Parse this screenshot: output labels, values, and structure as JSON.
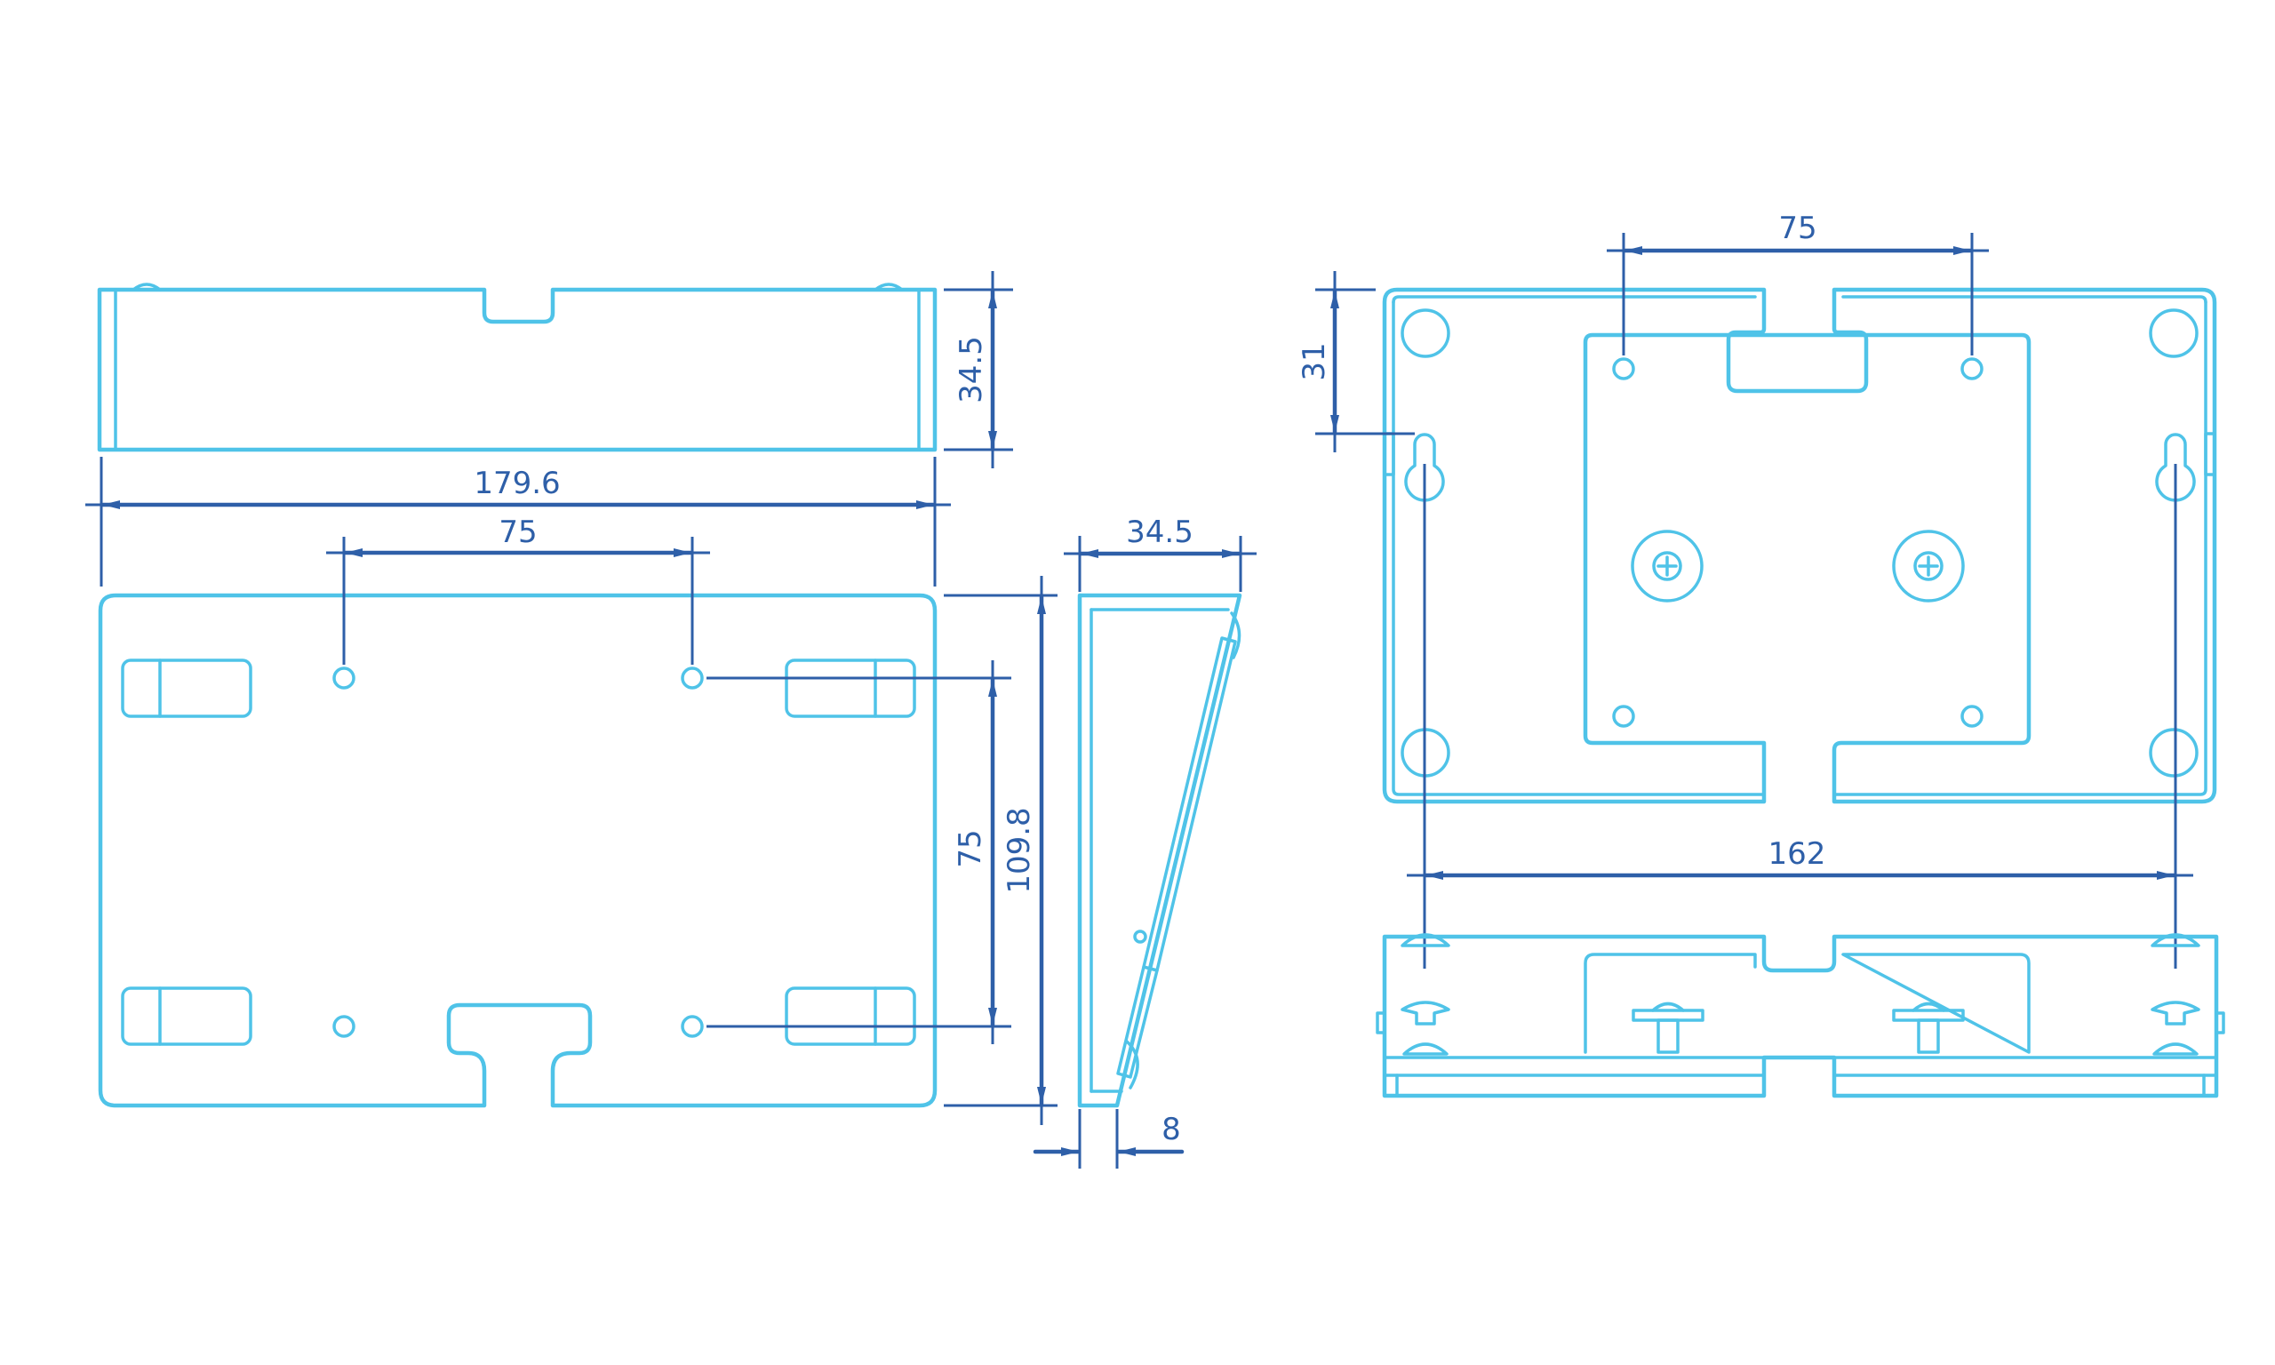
{
  "colors": {
    "part_outline": "#4fc3e8",
    "dimension": "#2e5fa8",
    "background": "#ffffff"
  },
  "dimensions": {
    "top_view_height": "34.5",
    "overall_width": "179.6",
    "front_hole_spacing_horizontal": "75",
    "front_hole_spacing_vertical": "75",
    "front_height": "109.8",
    "side_depth": "34.5",
    "side_bottom_thickness": "8",
    "rear_hole_spacing": "75",
    "rear_slot_offset": "31",
    "rear_slot_spacing": "162"
  }
}
